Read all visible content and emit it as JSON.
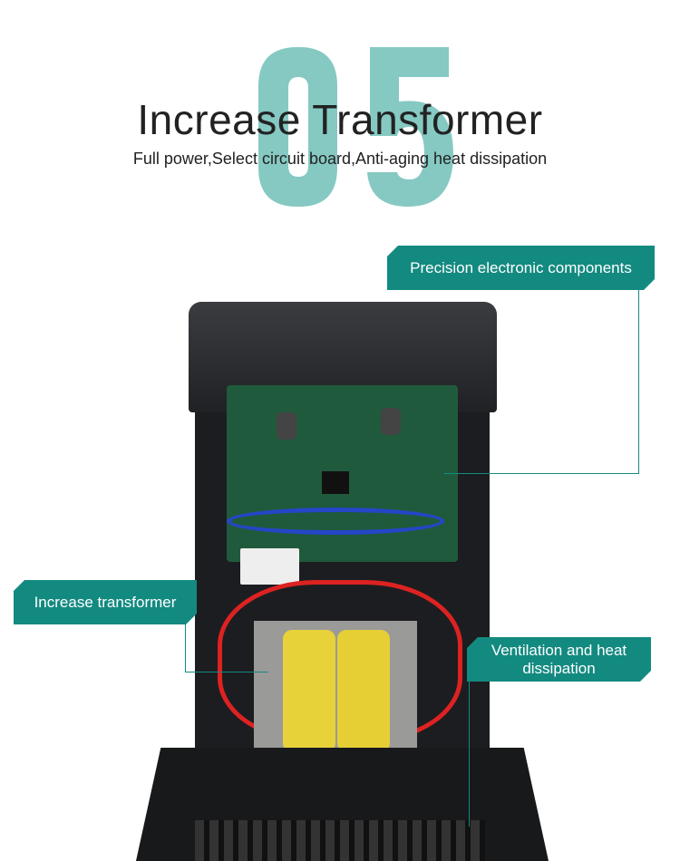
{
  "header": {
    "number": "05",
    "title": "Increase Transformer",
    "subtitle": "Full power,Select circuit board,Anti-aging heat dissipation"
  },
  "callouts": [
    {
      "label": "Precision electronic components"
    },
    {
      "label": "Increase transformer"
    },
    {
      "label": "Ventilation and heat dissipation"
    }
  ],
  "colors": {
    "accent": "#138a80",
    "number": "#85c9c2"
  }
}
